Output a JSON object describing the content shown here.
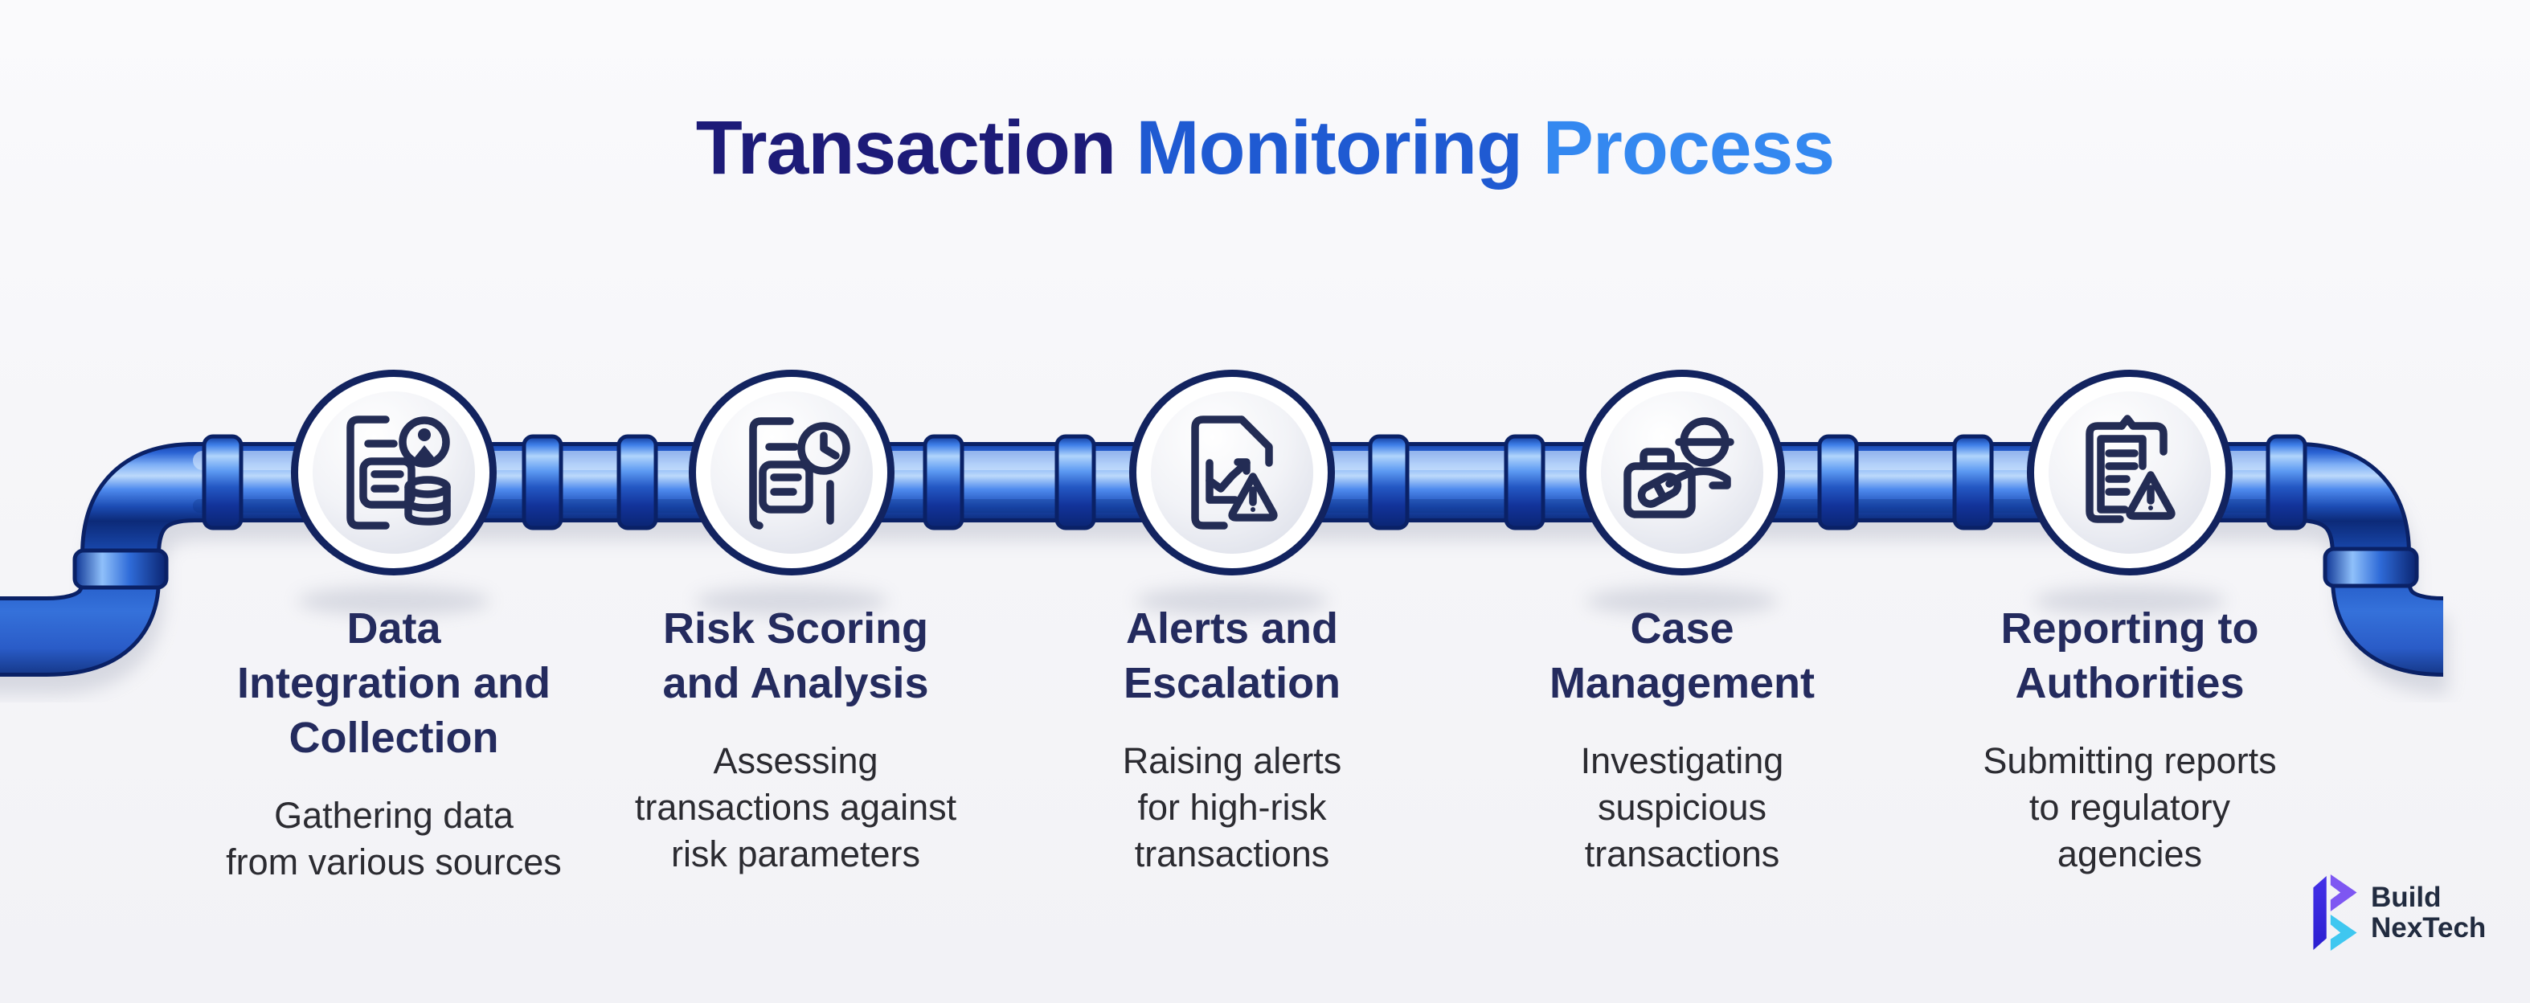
{
  "title": {
    "part1": "Transaction",
    "part2": "Monitoring",
    "part3": "Process"
  },
  "steps": [
    {
      "title_lines": [
        "Data",
        "Integration and",
        "Collection"
      ],
      "desc_lines": [
        "Gathering data",
        "from various sources"
      ],
      "icon": "document-user-database-icon"
    },
    {
      "title_lines": [
        "Risk Scoring",
        "and Analysis"
      ],
      "desc_lines": [
        "Assessing",
        "transactions against",
        "risk parameters"
      ],
      "icon": "document-clock-icon"
    },
    {
      "title_lines": [
        "Alerts and",
        "Escalation"
      ],
      "desc_lines": [
        "Raising alerts",
        "for high-risk",
        "transactions"
      ],
      "icon": "chart-document-warning-icon"
    },
    {
      "title_lines": [
        "Case",
        "Management"
      ],
      "desc_lines": [
        "Investigating",
        "suspicious",
        "transactions"
      ],
      "icon": "briefcase-investigator-icon"
    },
    {
      "title_lines": [
        "Reporting to",
        "Authorities"
      ],
      "desc_lines": [
        "Submitting reports",
        "to regulatory",
        "agencies"
      ],
      "icon": "clipboard-warning-icon"
    }
  ],
  "logo": {
    "line1": "Build",
    "line2": "NexTech"
  },
  "colors": {
    "background": "#f6f6f9",
    "title_navy": "#1d1b78",
    "title_blue": "#1f5ad2",
    "title_light_blue": "#3488f0",
    "pipe_blue": "#2563d6",
    "pipe_outline": "#0a2166",
    "pipe_highlight": "#bcd9fb",
    "node_ring": "#12235f",
    "icon_stroke": "#232c54",
    "step_title": "#242b5e",
    "step_desc": "#2b2b31",
    "logo_indigo": "#3a2ae0",
    "logo_violet": "#7e57f2",
    "logo_cyan": "#3fc7f0"
  }
}
